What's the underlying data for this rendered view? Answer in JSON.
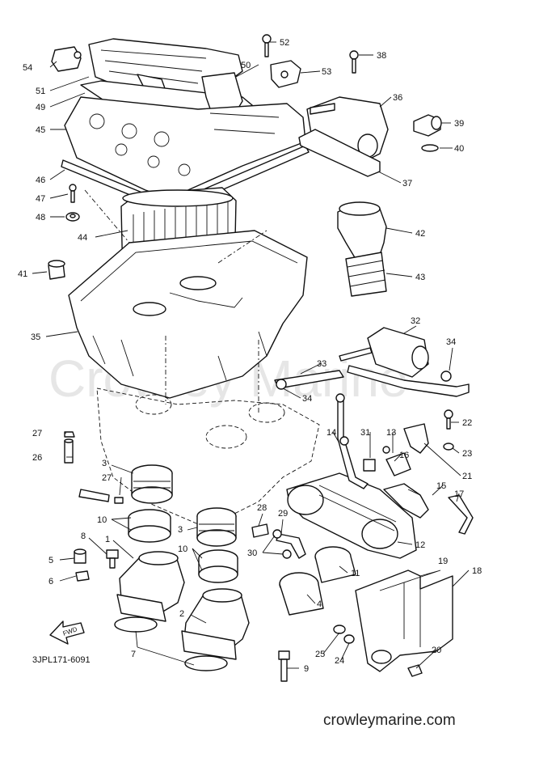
{
  "watermark": "Crowley Marine",
  "site_url": "crowleymarine.com",
  "diagram_code": "3JPL171-6091",
  "fwd_label": "FWD",
  "callouts": {
    "n1": "1",
    "n2": "2",
    "n3a": "3",
    "n3b": "3",
    "n4": "4",
    "n5": "5",
    "n6": "6",
    "n7": "7",
    "n8": "8",
    "n9": "9",
    "n10a": "10",
    "n10b": "10",
    "n11": "11",
    "n12": "12",
    "n13": "13",
    "n14": "14",
    "n15": "15",
    "n16": "16",
    "n17": "17",
    "n18": "18",
    "n19": "19",
    "n20": "20",
    "n21": "21",
    "n22": "22",
    "n23": "23",
    "n24": "24",
    "n25": "25",
    "n26": "26",
    "n27a": "27",
    "n27b": "27",
    "n28": "28",
    "n29": "29",
    "n30": "30",
    "n31": "31",
    "n32": "32",
    "n33": "33",
    "n34a": "34",
    "n34b": "34",
    "n35": "35",
    "n36": "36",
    "n37": "37",
    "n38": "38",
    "n39": "39",
    "n40": "40",
    "n41": "41",
    "n42": "42",
    "n43": "43",
    "n44": "44",
    "n45": "45",
    "n46": "46",
    "n47": "47",
    "n48": "48",
    "n49": "49",
    "n50": "50",
    "n51": "51",
    "n52": "52",
    "n53": "53",
    "n54": "54"
  }
}
